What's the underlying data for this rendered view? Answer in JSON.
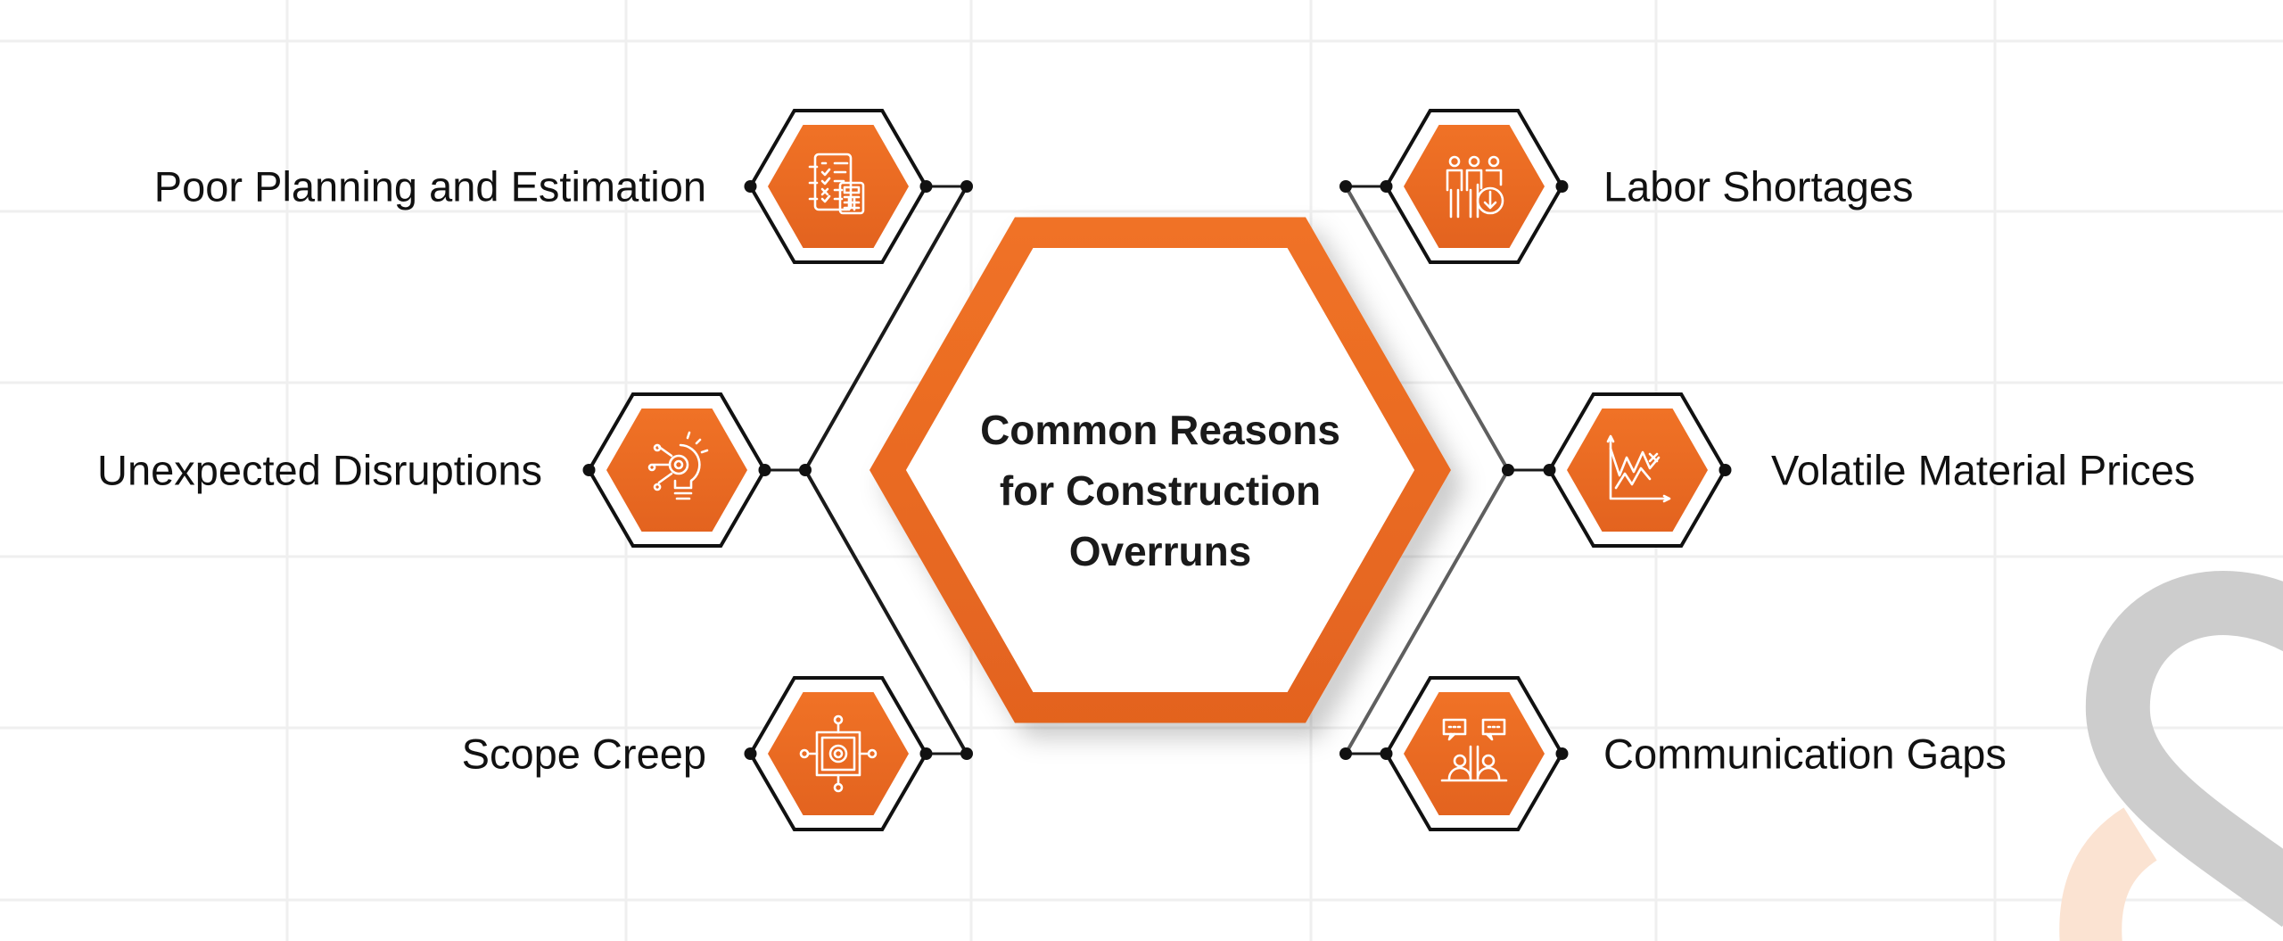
{
  "center": {
    "title_lines": [
      "Common Reasons",
      "for Construction",
      "Overruns"
    ]
  },
  "reasons": [
    {
      "label": "Poor Planning and Estimation",
      "icon": "checklist-calculator-icon",
      "side": "left"
    },
    {
      "label": "Unexpected Disruptions",
      "icon": "lightbulb-gear-icon",
      "side": "left"
    },
    {
      "label": "Scope Creep",
      "icon": "framework-gear-icon",
      "side": "left"
    },
    {
      "label": "Labor Shortages",
      "icon": "workers-decrease-icon",
      "side": "right"
    },
    {
      "label": "Volatile Material Prices",
      "icon": "fluctuating-chart-icon",
      "side": "right"
    },
    {
      "label": "Communication Gaps",
      "icon": "people-chat-icon",
      "side": "right"
    }
  ],
  "colors": {
    "accent": "#EE6C24",
    "accent_dark": "#E4651F",
    "line_left": "#1a1a1a",
    "line_right": "#5f5f5f",
    "grid": "#efefef",
    "watermark_grey": "#cdcdcd",
    "watermark_orange": "#fbe3d2"
  }
}
